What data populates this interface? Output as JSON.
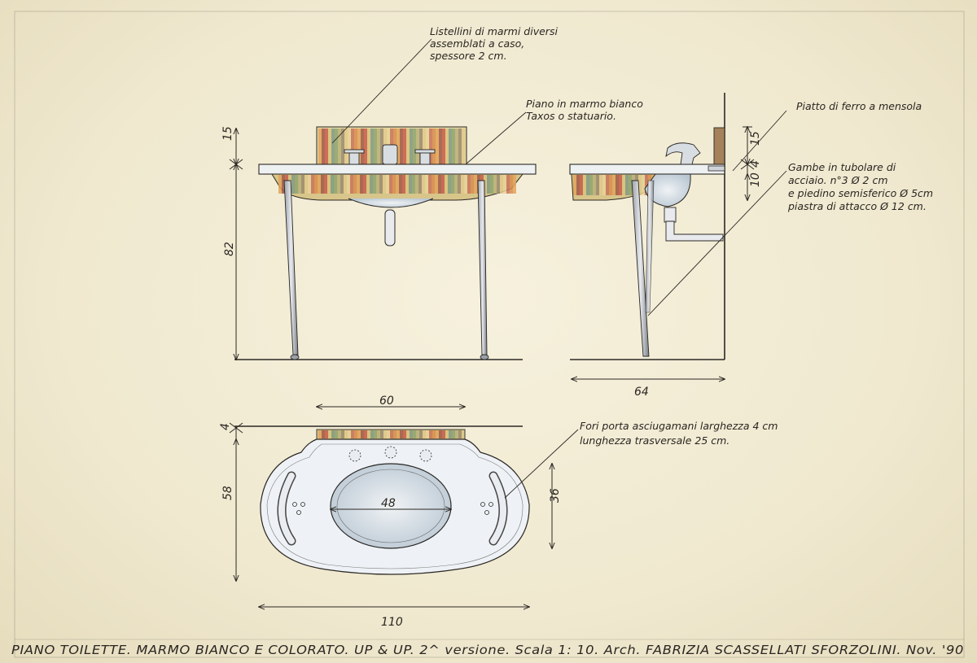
{
  "notes": {
    "listellini": [
      "Listellini di marmi diversi",
      "assemblati a caso,",
      "spessore     2 cm."
    ],
    "piano": [
      "Piano in marmo bianco",
      "Taxos o statuario."
    ],
    "piatto": "Piatto di ferro a mensola",
    "gambe": [
      "Gambe in tubolare di",
      "acciaio. n°3 Ø  2 cm",
      "e piedino semisferico Ø 5cm",
      "piastra di attacco Ø 12 cm."
    ],
    "fori": [
      "Fori porta asciugamani  larghezza 4 cm",
      "lunghezza  trasversale 25  cm."
    ]
  },
  "dimensions": {
    "front_top_height": "15",
    "front_total_height": "82",
    "side_top_height": "15",
    "side_plate_thickness": "4",
    "side_lower_height": "10",
    "side_depth": "64",
    "plan_width_top": "60",
    "plan_strip_depth": "4",
    "plan_depth": "58",
    "plan_bowl_width": "48",
    "plan_bowl_depth": "36",
    "plan_total_width": "110"
  },
  "title_block": "PIANO  TOILETTE. MARMO  BIANCO  E  COLORATO. UP & UP.  2^ versione.  Scala 1: 10.  Arch.  FABRIZIA  SCASSELLATI  SFORZOLINI.   Nov. '90",
  "colors": {
    "paper": "#f3eed8",
    "ink": "#2b2824",
    "marble_strips": [
      "#d9c27a",
      "#c9725a",
      "#8fa36c",
      "#e2a35a",
      "#9a8a6e",
      "#c85a4a",
      "#e6d49a",
      "#7f9a85",
      "#d88c4e",
      "#b9b07a",
      "#a05848",
      "#e0c88a"
    ],
    "marble_top": "#e9eef0",
    "bowl": "#c9d3dc"
  }
}
